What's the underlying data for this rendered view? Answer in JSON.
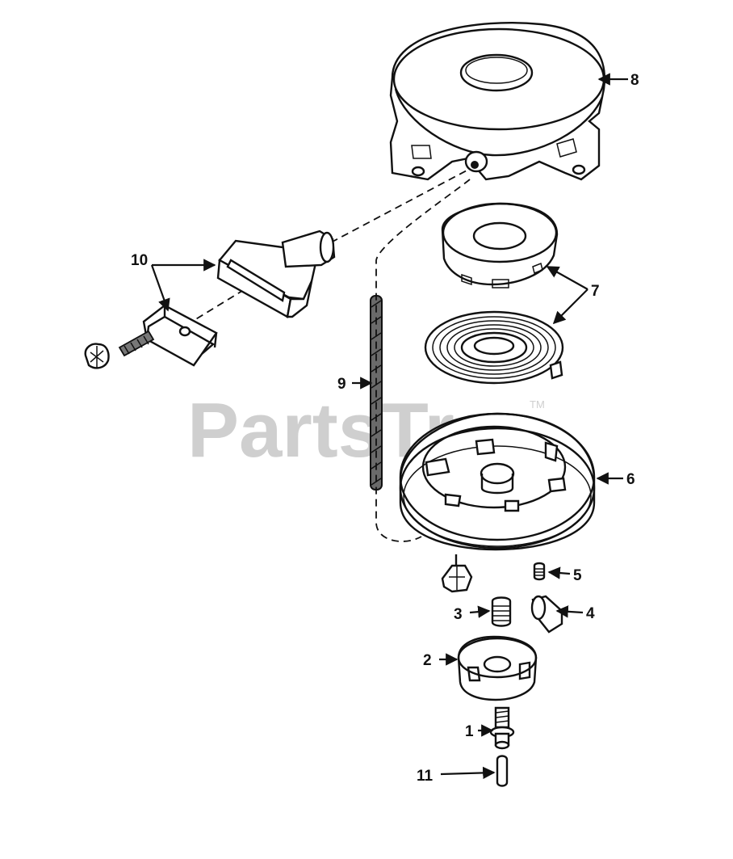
{
  "watermark": {
    "text": "PartsTree",
    "trademark": "TM"
  },
  "callouts": [
    {
      "id": "8",
      "label": "8"
    },
    {
      "id": "7",
      "label": "7"
    },
    {
      "id": "10",
      "label": "10"
    },
    {
      "id": "9",
      "label": "9"
    },
    {
      "id": "6",
      "label": "6"
    },
    {
      "id": "5",
      "label": "5"
    },
    {
      "id": "3",
      "label": "3"
    },
    {
      "id": "4",
      "label": "4"
    },
    {
      "id": "2",
      "label": "2"
    },
    {
      "id": "1",
      "label": "1"
    },
    {
      "id": "11",
      "label": "11"
    }
  ],
  "colors": {
    "ink": "#111111",
    "watermark": "#cfcfcf",
    "background": "#ffffff"
  }
}
